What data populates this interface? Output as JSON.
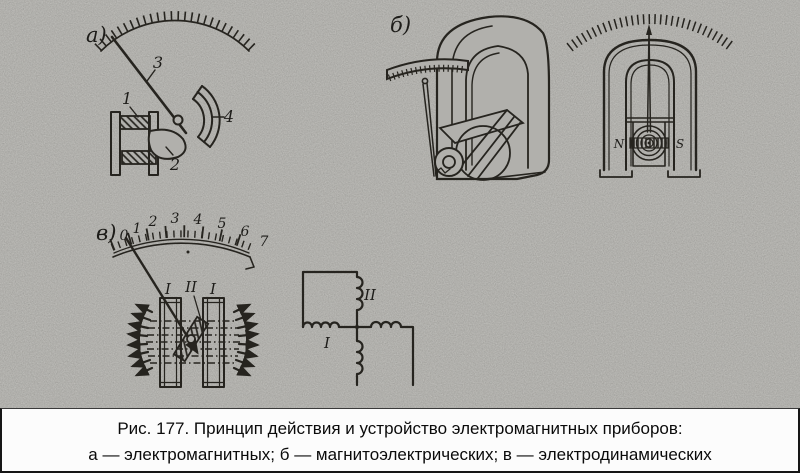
{
  "colors": {
    "paper": "#b1b0ac",
    "ink": "#26241f",
    "caption_bg": "#fcfcfc",
    "caption_text": "#0b0b0b",
    "caption_border": "#161616"
  },
  "caption": {
    "line1": "Рис. 177. Принцип действия и устройство электромагнитных приборов:",
    "line2": "а — электромагнитных; б — магнитоэлектрических; в — электродинамических"
  },
  "panels": {
    "a": {
      "label": "а)",
      "parts": {
        "p1": "1",
        "p2": "2",
        "p3": "3",
        "p4": "4"
      }
    },
    "b": {
      "label": "б)",
      "poles": {
        "n": "N",
        "s": "S"
      }
    },
    "v": {
      "label": "в)",
      "scale": [
        "0",
        "1",
        "2",
        "3",
        "4",
        "5",
        "6",
        "7"
      ],
      "coils": {
        "left": "I",
        "moving": "II",
        "right": "I"
      },
      "circuit": {
        "fixed": "I",
        "moving": "II"
      }
    }
  }
}
